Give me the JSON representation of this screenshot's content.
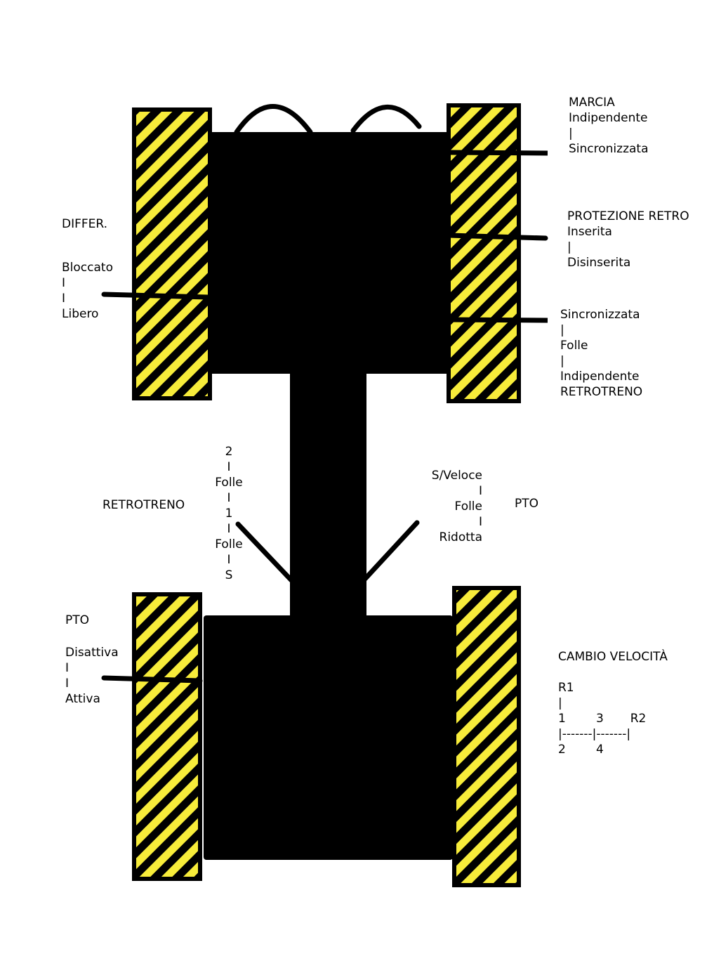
{
  "colors": {
    "body": "#000000",
    "wheel_stripe_a": "#f7ec3a",
    "wheel_stripe_b": "#000000",
    "background": "#ffffff"
  },
  "labels": {
    "differ_title": "DIFFER.",
    "differ_options": "Bloccato\nI\nI\nLibero",
    "marcia": "MARCIA\nIndipendente\n|\nSincronizzata",
    "protezione_retro": "PROTEZIONE RETRO\nInserita\n|\nDisinserita",
    "pto_rear_mode": "Sincronizzata\n|\nFolle\n|\nIndipendente\nRETROTRENO",
    "retrotreno_title": "RETROTRENO",
    "retrotreno_gears": "2\nI\nFolle\nI\n1\nI\nFolle\nI\nS",
    "pto_speed_options": "S/Veloce\nI\nFolle\nI\nRidotta",
    "pto_speed_title": "PTO",
    "pto_front_title": "PTO",
    "pto_front_options": "Disattiva\nI\nI\nAttiva",
    "cambio_title": "CAMBIO VELOCITÀ",
    "cambio_pattern": "R1\n|\n1        3       R2\n|-------|-------|\n2        4"
  }
}
